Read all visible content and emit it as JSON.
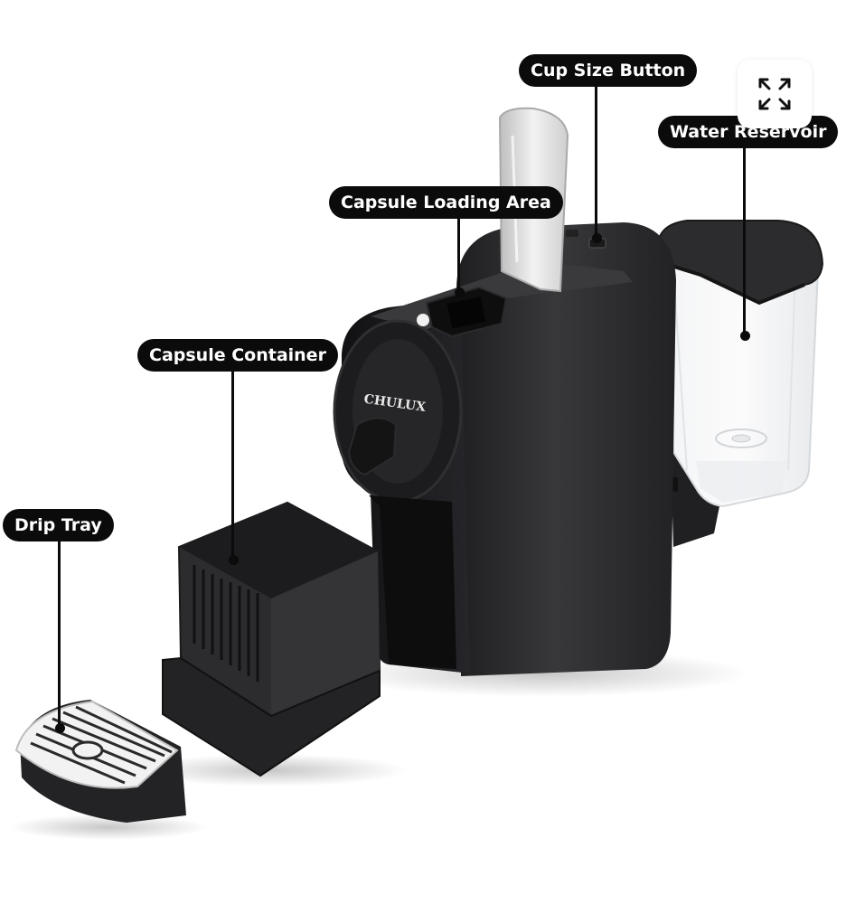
{
  "callouts": {
    "cup_size_button": "Cup Size Button",
    "water_reservoir": "Water Reservoir",
    "capsule_loading_area": "Capsule Loading Area",
    "capsule_container": "Capsule Container",
    "drip_tray": "Drip Tray"
  },
  "product": {
    "brand": "CHULUX"
  },
  "controls": {
    "expand_icon": "expand-arrows-icon"
  },
  "colors": {
    "label_bg": "#0b0b0b",
    "label_text": "#ffffff",
    "machine_body": "#2e2e30"
  }
}
